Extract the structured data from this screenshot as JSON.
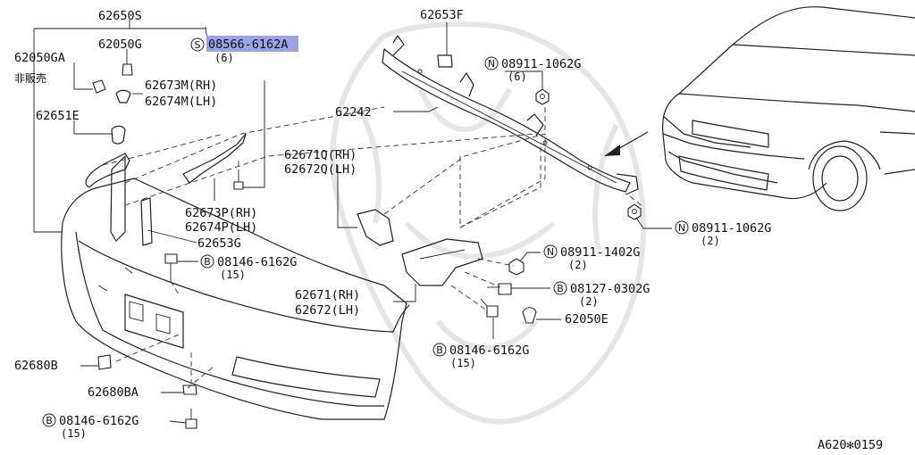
{
  "parts": {
    "p62650S": "62650S",
    "p62050G": "62050G",
    "p62050GA": "62050GA",
    "not_for_sale": "非販売",
    "p62651E": "62651E",
    "p62673M": "62673M(RH)",
    "p62674M": "62674M(LH)",
    "p08566_code": "08566-6162A",
    "p08566_qty": "(6)",
    "p08566_prefix": "S",
    "p62653F": "62653F",
    "p08911_1062G_a": "08911-1062G",
    "p08911_1062G_a_qty": "(6)",
    "p62242": "62242",
    "p62671Q": "62671Q(RH)",
    "p62672Q": "62672Q(LH)",
    "p62673P": "62673P(RH)",
    "p62674P": "62674P(LH)",
    "p62653G": "62653G",
    "p08146_a": "08146-6162G",
    "p08146_a_qty": "(15)",
    "p08911_1062G_b": "08911-1062G",
    "p08911_1062G_b_qty": "(2)",
    "p08911_1402G": "08911-1402G",
    "p08911_1402G_qty": "(2)",
    "p08127": "08127-0302G",
    "p08127_qty": "(2)",
    "p62671": "62671(RH)",
    "p62672": "62672(LH)",
    "p62050E": "62050E",
    "p08146_b": "08146-6162G",
    "p08146_b_qty": "(15)",
    "p62680B": "62680B",
    "p62680BA": "62680BA",
    "p08146_c": "08146-6162G",
    "p08146_c_qty": "(15)",
    "prefix_N": "N",
    "prefix_B": "B"
  },
  "footer": {
    "code": "A620✻0159"
  },
  "colors": {
    "highlight": "#9aa3e6",
    "ink": "#222222",
    "watermark": "#e6e6e6"
  }
}
